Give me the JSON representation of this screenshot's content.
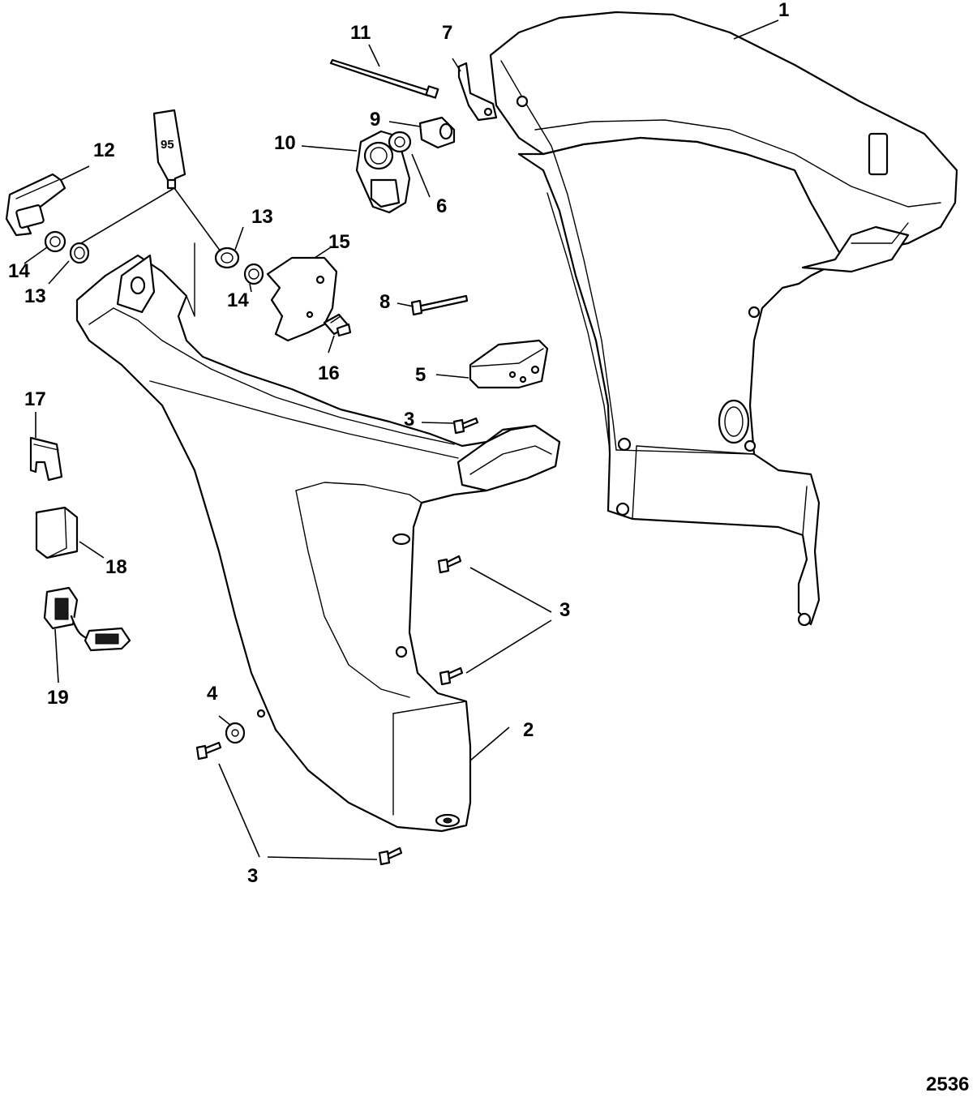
{
  "figure_number": "2536",
  "tube_marking": "95",
  "callouts": [
    {
      "id": "c1",
      "label": "1"
    },
    {
      "id": "c2",
      "label": "2"
    },
    {
      "id": "c3a",
      "label": "3"
    },
    {
      "id": "c3b",
      "label": "3"
    },
    {
      "id": "c3c",
      "label": "3"
    },
    {
      "id": "c4",
      "label": "4"
    },
    {
      "id": "c5",
      "label": "5"
    },
    {
      "id": "c6",
      "label": "6"
    },
    {
      "id": "c7",
      "label": "7"
    },
    {
      "id": "c8",
      "label": "8"
    },
    {
      "id": "c9",
      "label": "9"
    },
    {
      "id": "c10",
      "label": "10"
    },
    {
      "id": "c11",
      "label": "11"
    },
    {
      "id": "c12",
      "label": "12"
    },
    {
      "id": "c13a",
      "label": "13"
    },
    {
      "id": "c13b",
      "label": "13"
    },
    {
      "id": "c14a",
      "label": "14"
    },
    {
      "id": "c14b",
      "label": "14"
    },
    {
      "id": "c15",
      "label": "15"
    },
    {
      "id": "c16",
      "label": "16"
    },
    {
      "id": "c17",
      "label": "17"
    },
    {
      "id": "c18",
      "label": "18"
    },
    {
      "id": "c19",
      "label": "19"
    }
  ]
}
